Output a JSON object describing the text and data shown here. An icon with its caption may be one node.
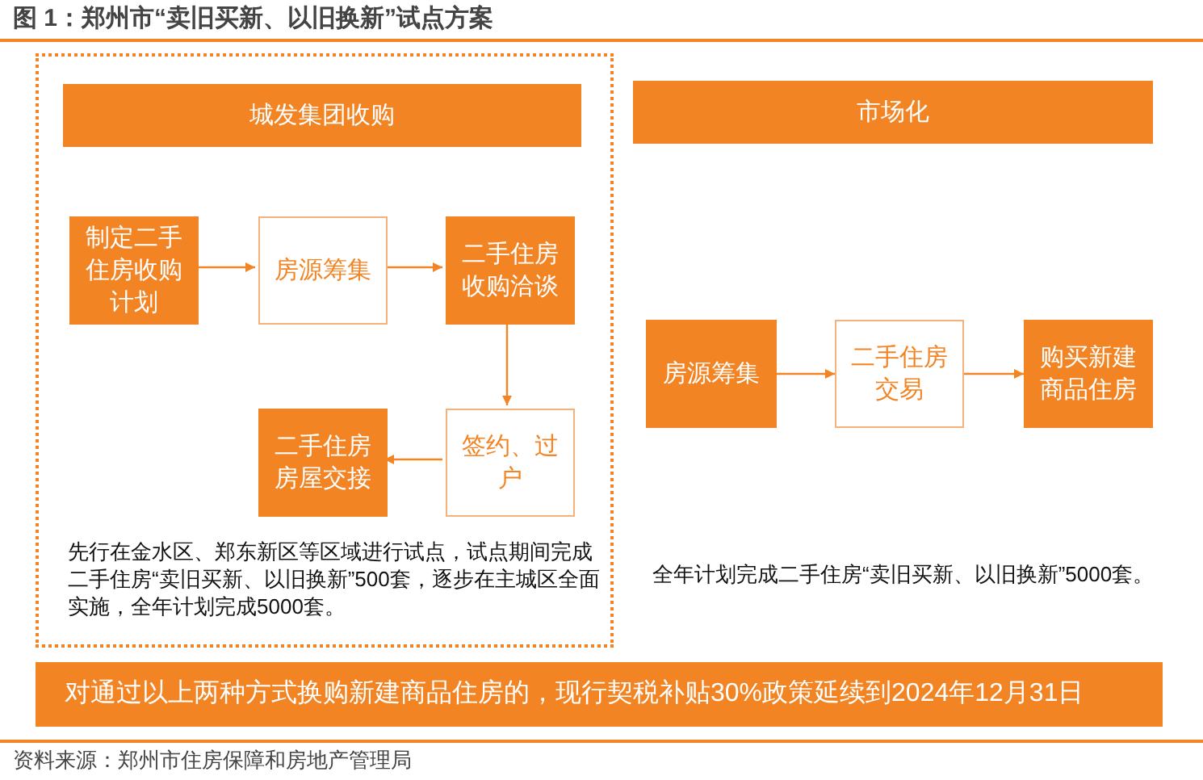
{
  "diagram": {
    "title": "图 1：郑州市“卖旧买新、以旧换新”试点方案",
    "caption": "资料来源：郑州市住房保障和房地产管理局",
    "nodes": [
      {
        "text": [
          "先行在金水区、郑东新区等区域进行试点，试点期间完成二手住房“卖旧买新、以旧换新”500套，逐步在主城区全面实施，全年计划完成5000套。"
        ]
      },
      {
        "text": [
          "城发集团收购"
        ],
        "in": 0
      },
      {
        "text": [
          "制定二手住房收购计划"
        ],
        "in": 0
      },
      {
        "text": [
          "房源筹集"
        ],
        "in": 0
      },
      {
        "text": [
          "二手住房收购洽谈"
        ],
        "in": 0
      },
      {
        "text": [
          "签约、过户"
        ],
        "in": 0
      },
      {
        "text": [
          "二手住房房屋交接"
        ],
        "in": 0
      },
      {
        "text": [
          "市场化"
        ]
      },
      {
        "text": [
          "房源筹集"
        ]
      },
      {
        "text": [
          "二手住房交易"
        ]
      },
      {
        "text": [
          "购买新建商品住房"
        ]
      },
      {
        "text": [
          "对通过以上两种方式换购新建商品住房的，现行契税补贴30%政策延续到2024年12月31日"
        ]
      }
    ],
    "edges": [
      {
        "from": 2,
        "to": 3,
        "arrow": "to"
      },
      {
        "from": 3,
        "to": 4,
        "arrow": "to"
      },
      {
        "from": 4,
        "to": 5,
        "arrow": "to"
      },
      {
        "from": 5,
        "to": 6,
        "arrow": "to"
      },
      {
        "from": 8,
        "to": 9,
        "arrow": "to"
      },
      {
        "from": 9,
        "to": 10,
        "arrow": "to"
      }
    ],
    "labels": [
      "全年计划完成二手住房“卖旧买新、以旧换新”5000套。"
    ]
  }
}
